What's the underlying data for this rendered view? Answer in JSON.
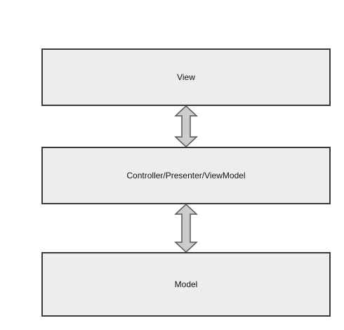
{
  "diagram": {
    "boxes": {
      "view": "View",
      "controller": "Controller/Presenter/ViewModel",
      "model": "Model"
    },
    "colors": {
      "box_fill": "#ededed",
      "box_border": "#3a3a3a",
      "arrow_fill": "#cccccc",
      "arrow_stroke": "#555555"
    }
  }
}
